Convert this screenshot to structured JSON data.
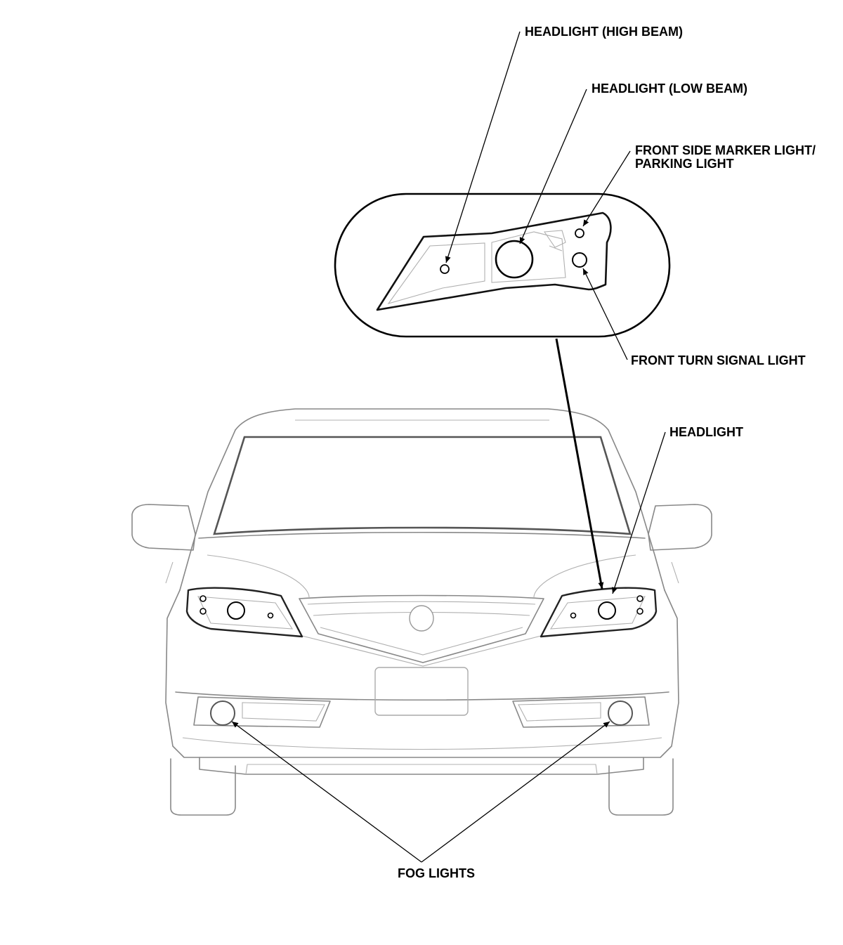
{
  "labels": {
    "high_beam": "HEADLIGHT (HIGH BEAM)",
    "low_beam": "HEADLIGHT (LOW BEAM)",
    "side_marker_line1": "FRONT SIDE MARKER LIGHT/",
    "side_marker_line2": "PARKING LIGHT",
    "turn_signal": "FRONT TURN SIGNAL LIGHT",
    "headlight": "HEADLIGHT",
    "fog_lights": "FOG LIGHTS"
  },
  "colors": {
    "outline": "#888888",
    "ink": "#000000",
    "background": "#ffffff"
  }
}
